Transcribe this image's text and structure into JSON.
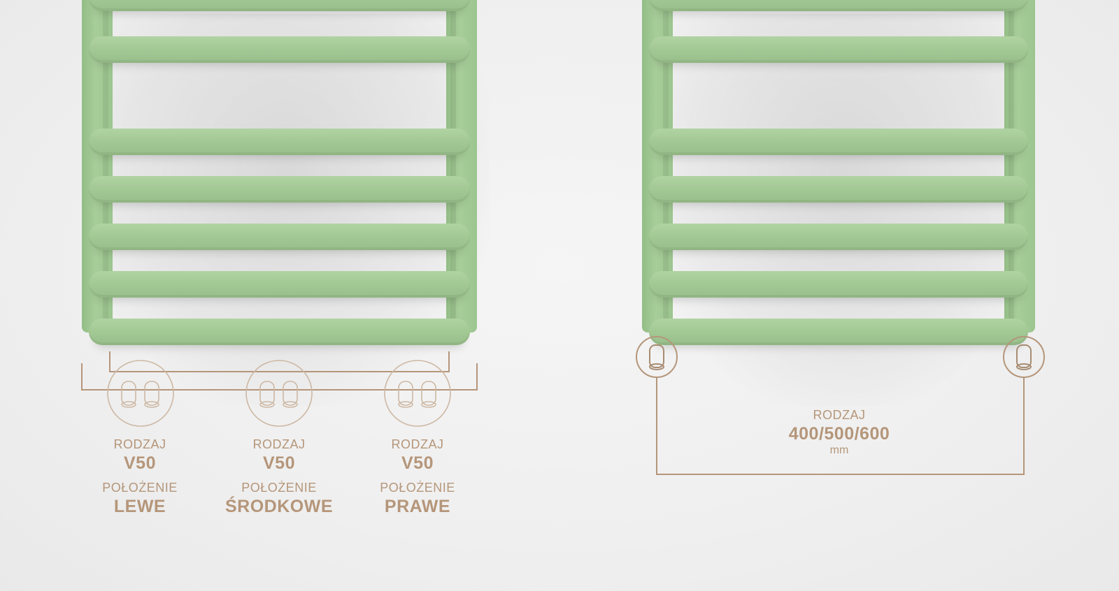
{
  "colors": {
    "radiator": "#a6cb99",
    "accent": "#b5967a",
    "background": "#efefef"
  },
  "connection_left": {
    "variants": [
      {
        "type_label": "RODZAJ",
        "type_value": "V50",
        "position_label": "POŁOŻENIE",
        "position_value": "LEWE"
      },
      {
        "type_label": "RODZAJ",
        "type_value": "V50",
        "position_label": "POŁOŻENIE",
        "position_value": "ŚRODKOWE"
      },
      {
        "type_label": "RODZAJ",
        "type_value": "V50",
        "position_label": "POŁOŻENIE",
        "position_value": "PRAWE"
      }
    ]
  },
  "connection_right": {
    "type_label": "RODZAJ",
    "type_value": "400/500/600",
    "unit": "mm"
  }
}
